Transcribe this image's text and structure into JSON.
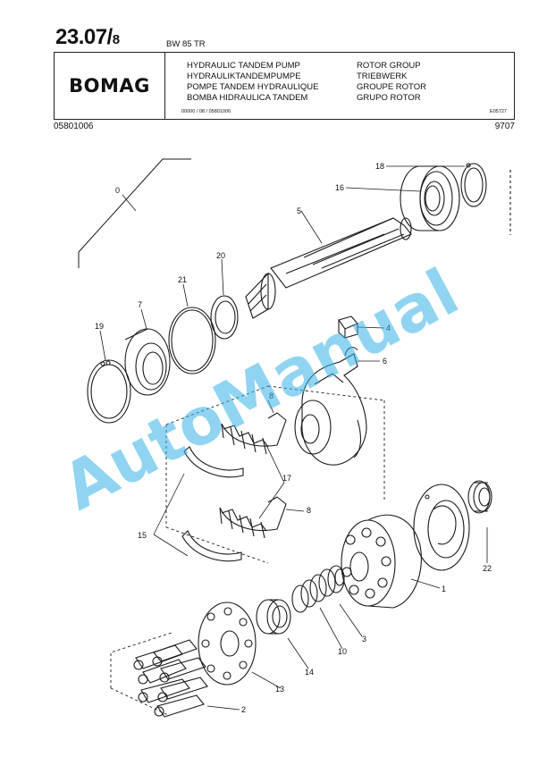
{
  "header": {
    "page_main": "23.07/",
    "page_sub": "8",
    "model": "BW 85 TR",
    "logo": "BOMAG",
    "titles": [
      "HYDRAULIC TANDEM PUMP",
      "HYDRAULIKTANDEMPUMPE",
      "POMPE TANDEM HYDRAULIQUE",
      "BOMBA HIDRAULICA TANDEM"
    ],
    "group_titles": [
      "ROTOR GROUP",
      "TRIEBWERK",
      "GROUPE ROTOR",
      "GRUPO ROTOR"
    ],
    "reference": "00000 / 08 / 05801006",
    "drawing_code": "E05727"
  },
  "part_number": "05801006",
  "date_code": "9707",
  "watermark": "AutoManual",
  "callouts": {
    "c0": "0",
    "c1": "1",
    "c2": "2",
    "c3": "3",
    "c4": "4",
    "c5": "5",
    "c6": "6",
    "c7": "7",
    "c8a": "8",
    "c8b": "8",
    "c10": "10",
    "c13": "13",
    "c14": "14",
    "c15": "15",
    "c16": "16",
    "c17": "17",
    "c18": "18",
    "c19": "19",
    "c20": "20",
    "c21": "21",
    "c22": "22"
  }
}
